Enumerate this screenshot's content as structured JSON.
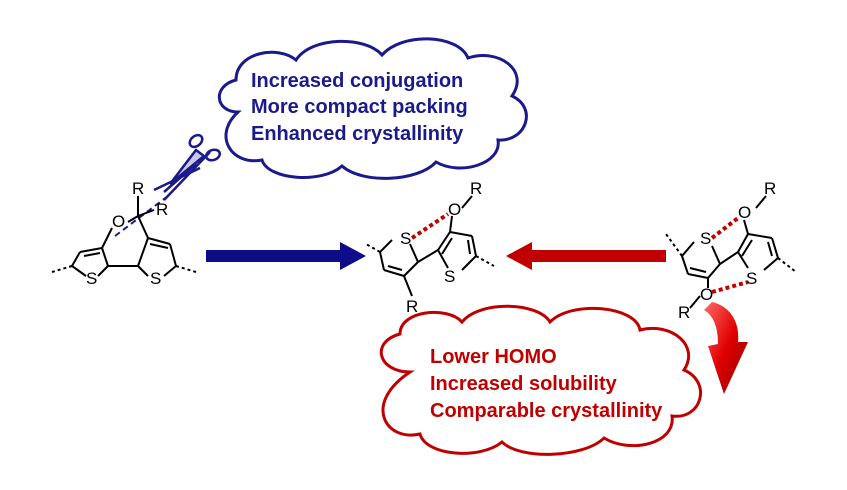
{
  "top_cloud": {
    "lines": [
      "Increased conjugation",
      "More compact packing",
      "Enhanced crystallinity"
    ],
    "color": "#1a1a8c"
  },
  "bottom_cloud": {
    "lines": [
      "Lower HOMO",
      "Increased solubility",
      "Comparable crystallinity"
    ],
    "color": "#c00000"
  },
  "left_molecule": {
    "atoms": [
      "R",
      "R",
      "O",
      "S",
      "S"
    ]
  },
  "center_molecule": {
    "atoms": [
      "S",
      "O",
      "R",
      "R"
    ]
  },
  "right_molecule": {
    "atoms": [
      "R",
      "O",
      "S",
      "S",
      "O",
      "R"
    ]
  },
  "colors": {
    "blue_arrow": "#0d0d8a",
    "red_arrow": "#c00000",
    "hbond": "#c00000",
    "bonds": "#000000"
  },
  "icons": [
    "scissors-icon",
    "right-arrow",
    "left-arrow",
    "curved-down-arrow"
  ]
}
